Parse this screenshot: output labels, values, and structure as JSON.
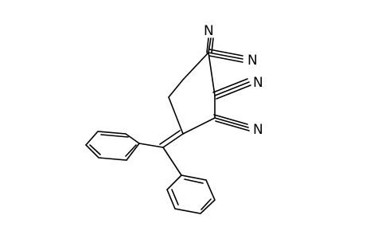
{
  "molecule": {
    "atoms": [
      {
        "id": "N1",
        "symbol": "N"
      },
      {
        "id": "N2",
        "symbol": "N"
      },
      {
        "id": "N3",
        "symbol": "N"
      },
      {
        "id": "N4",
        "symbol": "N"
      }
    ]
  },
  "colors": {
    "bond": "#000000",
    "label": "#000000",
    "background": "#ffffff"
  }
}
